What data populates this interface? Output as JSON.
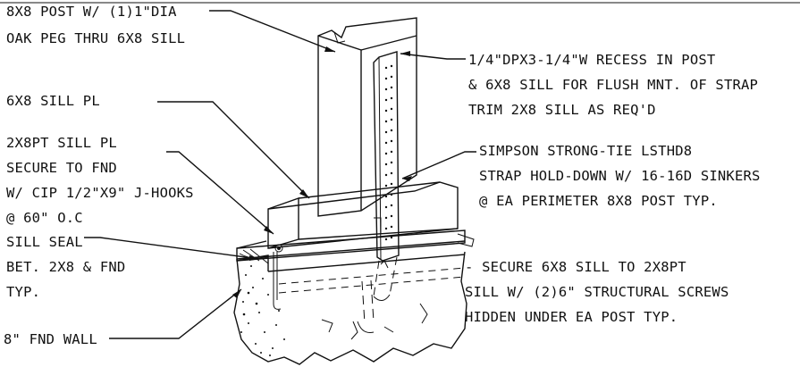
{
  "drawing": {
    "colors": {
      "ink": "#111111",
      "background": "#ffffff"
    },
    "notes": {
      "post": [
        "8X8 POST W/ (1)1\"DIA",
        "OAK PEG THRU 6X8 SILL"
      ],
      "sill_pl": [
        "6X8 SILL PL"
      ],
      "pt_sill": [
        "2X8PT SILL PL",
        "SECURE TO FND",
        "W/ CIP 1/2\"X9\" J-HOOKS",
        "@ 60\" O.C"
      ],
      "sill_seal": [
        "SILL SEAL",
        "BET. 2X8 & FND",
        "TYP."
      ],
      "fnd_wall": [
        "8\" FND WALL"
      ],
      "recess": [
        "1/4\"DPX3-1/4\"W RECESS IN POST",
        "& 6X8 SILL FOR FLUSH MNT. OF STRAP",
        "TRIM 2X8 SILL AS REQ'D"
      ],
      "strap": [
        "SIMPSON STRONG-TIE LSTHD8",
        "STRAP HOLD-DOWN W/ 16-16D SINKERS",
        "@ EA PERIMETER 8X8 POST TYP."
      ],
      "screws": [
        "- SECURE 6X8 SILL TO 2X8PT",
        "SILL W/ (2)6\" STRUCTURAL SCREWS",
        "HIDDEN UNDER EA POST TYP."
      ]
    }
  }
}
